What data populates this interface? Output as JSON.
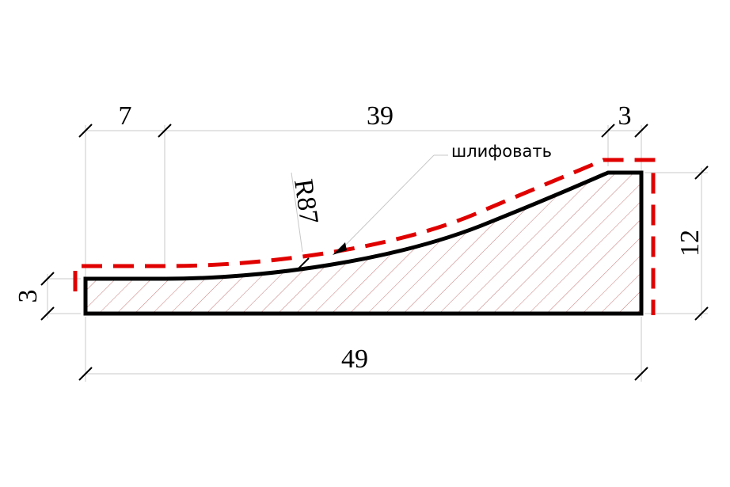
{
  "drawing": {
    "dimensions": {
      "top_left": "7",
      "top_middle": "39",
      "top_right": "3",
      "left_height": "3",
      "right_height": "12",
      "bottom_width": "49",
      "radius": "R87"
    },
    "note": "шлифовать",
    "colors": {
      "profile_outline": "#000000",
      "grinding_line": "#e00000",
      "hatch": "#c87878",
      "dimension_line": "#c8c8c8"
    }
  }
}
